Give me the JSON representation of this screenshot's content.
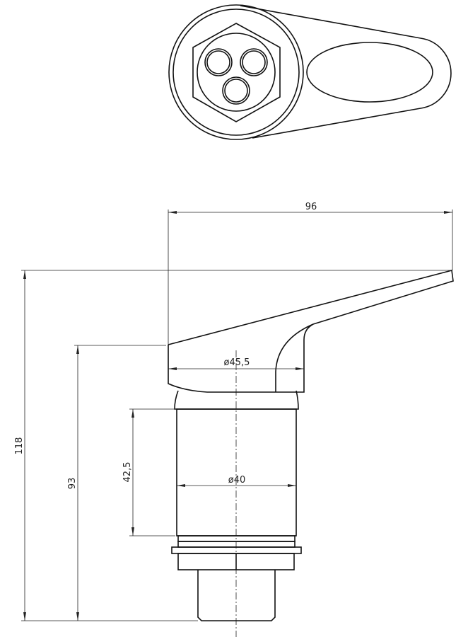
{
  "drawing": {
    "title": "Lever handle tap technical drawing",
    "dimensions": {
      "overall_width": "96",
      "handle_diameter": "ø45,5",
      "body_diameter": "ø40",
      "overall_height": "118",
      "body_height": "93",
      "cylinder_height": "42,5"
    }
  }
}
